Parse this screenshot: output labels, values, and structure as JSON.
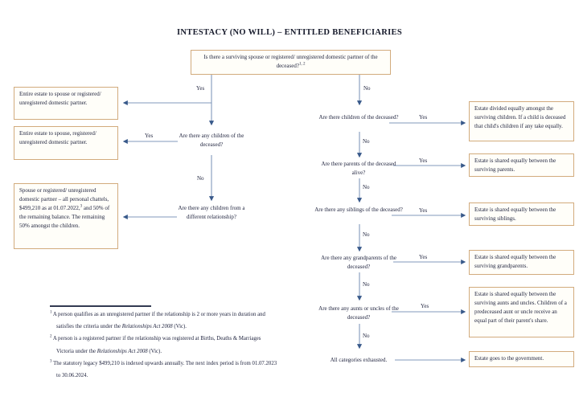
{
  "title": "INTESTACY (NO WILL) – ENTITLED BENEFICIARIES",
  "colors": {
    "box_border": "#d2ab7d",
    "box_bg": "#fffef9",
    "text": "#232741",
    "connector_line": "#8099bb",
    "arrowhead": "#38598a"
  },
  "labels": {
    "yes": "Yes",
    "no": "No"
  },
  "root_question": {
    "text": "Is there a surviving spouse or registered/ unregistered domestic partner of the deceased?",
    "sup": "1, 2"
  },
  "questions_mid": [
    {
      "text": "Are there any children of the deceased?"
    },
    {
      "text": "Are there any children from a different relationship?"
    }
  ],
  "questions_right": [
    {
      "text": "Are there children of the deceased?"
    },
    {
      "text": "Are there parents of the deceased alive?"
    },
    {
      "text": "Are there any siblings of the deceased?"
    },
    {
      "text": "Are there any grandparents of the deceased?"
    },
    {
      "text": "Are there any aunts or uncles of the deceased?"
    },
    {
      "text": "All categories exhausted."
    }
  ],
  "outcomes_left": [
    {
      "text": "Entire estate to spouse or registered/ unregistered domestic partner."
    },
    {
      "text": "Entire estate to spouse, registered/ unregistered domestic partner."
    },
    {
      "text_before_sup": "Spouse or registered/ unregistered domestic partner – all personal chattels, $499,210 as at 01.07.2022,",
      "sup": "3",
      "text_after_sup": " and 50% of the remaining balance. The remaining 50% amongst the children."
    }
  ],
  "outcomes_right": [
    {
      "text": "Estate divided equally amongst the surviving children. If a child is deceased that child's children if any take equally."
    },
    {
      "text": "Estate is shared equally between the surviving parents."
    },
    {
      "text": "Estate is shared equally between the surviving siblings."
    },
    {
      "text": "Estate is shared equally between the surviving grandparents."
    },
    {
      "text": "Estate is shared equally between the surviving aunts and uncles. Children of a predeceased aunt or uncle receive an equal part of their parent's share."
    },
    {
      "text": "Estate goes to the government."
    }
  ],
  "footnotes": [
    {
      "marker": "1",
      "pre": "A person qualifies as an unregistered partner if the relationship is 2 or more years in duration and satisfies the criteria under the ",
      "italic": "Relationships Act 2008",
      "post": " (Vic)."
    },
    {
      "marker": "2",
      "pre": "A person is a registered partner if the relationship was registered at Births, Deaths & Marriages Victoria under the ",
      "italic": "Relationships Act 2008",
      "post": " (Vic)."
    },
    {
      "marker": "3",
      "pre": "The statutory legacy $499,210 is indexed upwards annually. The next index period is from 01.07.2023 to 30.06.2024.",
      "italic": "",
      "post": ""
    }
  ]
}
